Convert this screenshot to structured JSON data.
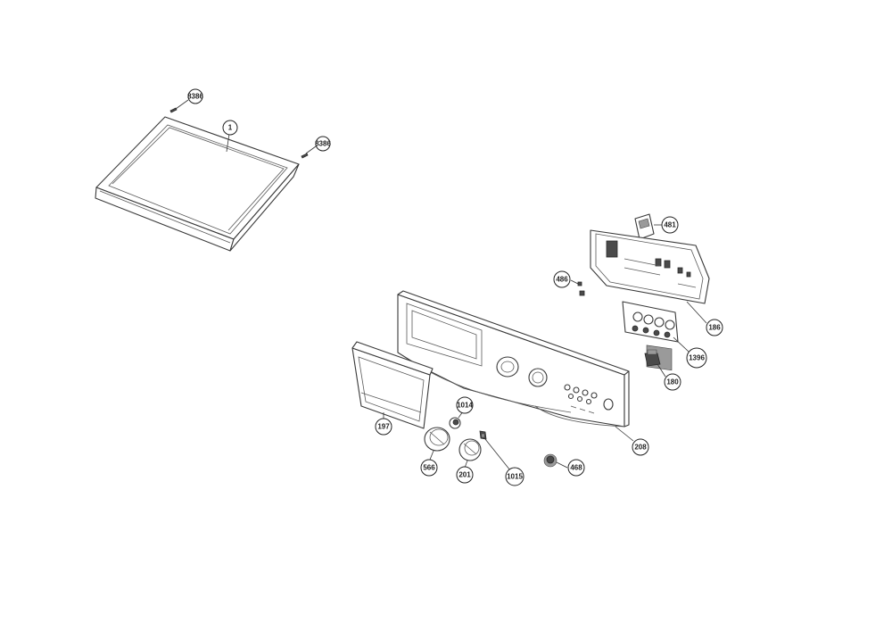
{
  "callouts": {
    "top_screw_left": "8386",
    "top_screw_right": "8386",
    "top_panel": "1",
    "pcb_bracket": "481",
    "pcb_screw": "486",
    "main_pcb": "186",
    "button_board": "1396",
    "connector": "180",
    "knob_cap_small": "1014",
    "drawer_handle": "197",
    "control_panel": "208",
    "program_knob": "566",
    "temp_knob": "201",
    "knob_clip": "1015",
    "cap_468": "468"
  },
  "colors": {
    "line": "#3a3a3a",
    "background": "#ffffff"
  }
}
